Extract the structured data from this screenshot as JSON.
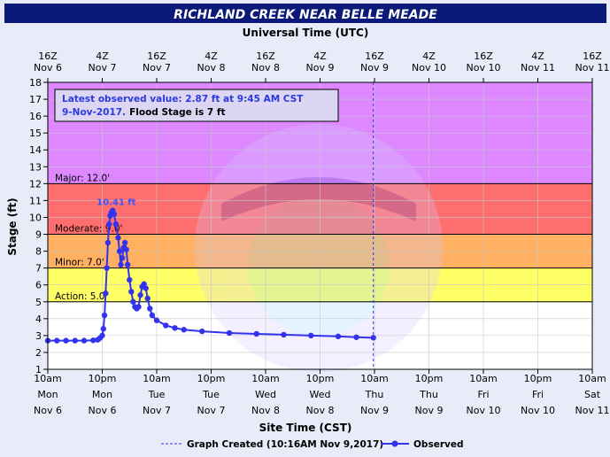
{
  "chart_data": {
    "type": "line",
    "title": "RICHLAND CREEK NEAR BELLE MEADE",
    "top_axis_title": "Universal Time (UTC)",
    "xlabel": "Site Time (CST)",
    "ylabel": "Stage (ft)",
    "ylim": [
      1,
      18
    ],
    "y_ticks": [
      "1",
      "2",
      "3",
      "4",
      "5",
      "6",
      "7",
      "8",
      "9",
      "10",
      "11",
      "12",
      "13",
      "14",
      "15",
      "16",
      "17",
      "18"
    ],
    "x_range_hours": [
      0,
      120
    ],
    "bottom_ticks": [
      {
        "h": 0,
        "lines": [
          "10am",
          "Mon",
          "Nov 6"
        ]
      },
      {
        "h": 12,
        "lines": [
          "10pm",
          "Mon",
          "Nov 6"
        ]
      },
      {
        "h": 24,
        "lines": [
          "10am",
          "Tue",
          "Nov 7"
        ]
      },
      {
        "h": 36,
        "lines": [
          "10pm",
          "Tue",
          "Nov 7"
        ]
      },
      {
        "h": 48,
        "lines": [
          "10am",
          "Wed",
          "Nov 8"
        ]
      },
      {
        "h": 60,
        "lines": [
          "10pm",
          "Wed",
          "Nov 8"
        ]
      },
      {
        "h": 72,
        "lines": [
          "10am",
          "Thu",
          "Nov 9"
        ]
      },
      {
        "h": 84,
        "lines": [
          "10pm",
          "Thu",
          "Nov 9"
        ]
      },
      {
        "h": 96,
        "lines": [
          "10am",
          "Fri",
          "Nov 10"
        ]
      },
      {
        "h": 108,
        "lines": [
          "10pm",
          "Fri",
          "Nov 10"
        ]
      },
      {
        "h": 120,
        "lines": [
          "10am",
          "Sat",
          "Nov 11"
        ]
      }
    ],
    "top_ticks": [
      {
        "h": 0,
        "lines": [
          "16Z",
          "Nov 6"
        ]
      },
      {
        "h": 12,
        "lines": [
          "4Z",
          "Nov 7"
        ]
      },
      {
        "h": 24,
        "lines": [
          "16Z",
          "Nov 7"
        ]
      },
      {
        "h": 36,
        "lines": [
          "4Z",
          "Nov 8"
        ]
      },
      {
        "h": 48,
        "lines": [
          "16Z",
          "Nov 8"
        ]
      },
      {
        "h": 60,
        "lines": [
          "4Z",
          "Nov 9"
        ]
      },
      {
        "h": 72,
        "lines": [
          "16Z",
          "Nov 9"
        ]
      },
      {
        "h": 84,
        "lines": [
          "4Z",
          "Nov 10"
        ]
      },
      {
        "h": 96,
        "lines": [
          "16Z",
          "Nov 10"
        ]
      },
      {
        "h": 108,
        "lines": [
          "4Z",
          "Nov 11"
        ]
      },
      {
        "h": 120,
        "lines": [
          "16Z",
          "Nov 11"
        ]
      }
    ],
    "bands": [
      {
        "name": "major",
        "from": 12,
        "to": 18,
        "color": "#dd88ff"
      },
      {
        "name": "moderate",
        "from": 9,
        "to": 12,
        "color": "#ff6e6e"
      },
      {
        "name": "minor",
        "from": 7,
        "to": 9,
        "color": "#ffb060"
      },
      {
        "name": "action",
        "from": 5,
        "to": 7,
        "color": "#ffff66"
      },
      {
        "name": "normal",
        "from": 1,
        "to": 5,
        "color": "#ffffff"
      }
    ],
    "stages": [
      {
        "label": "Major: 12.0'",
        "value": 12
      },
      {
        "label": "Moderate: 9.0'",
        "value": 9
      },
      {
        "label": "Minor: 7.0'",
        "value": 7
      },
      {
        "label": "Action: 5.0'",
        "value": 5
      }
    ],
    "peak": {
      "label": "10.41 ft",
      "h": 14.3,
      "value": 10.41
    },
    "current_time_h": 71.75,
    "note": {
      "line1": "Latest observed value: 2.87 ft at 9:45 AM CST",
      "line2a": "9-Nov-2017.",
      "line2b": "Flood Stage is 7 ft"
    },
    "legend": {
      "graph_created": "Graph Created (10:16AM Nov 9,2017)",
      "observed": "Observed"
    },
    "series": [
      {
        "name": "Observed",
        "color": "#3333ee",
        "points": [
          [
            0,
            2.7
          ],
          [
            2,
            2.7
          ],
          [
            4,
            2.7
          ],
          [
            6,
            2.7
          ],
          [
            8,
            2.7
          ],
          [
            10,
            2.72
          ],
          [
            11,
            2.75
          ],
          [
            11.5,
            2.85
          ],
          [
            12,
            3.0
          ],
          [
            12.25,
            3.4
          ],
          [
            12.5,
            4.2
          ],
          [
            12.75,
            5.5
          ],
          [
            13,
            7.0
          ],
          [
            13.25,
            8.5
          ],
          [
            13.5,
            9.6
          ],
          [
            13.75,
            10.1
          ],
          [
            14,
            10.3
          ],
          [
            14.3,
            10.41
          ],
          [
            14.6,
            10.2
          ],
          [
            15,
            9.6
          ],
          [
            15.5,
            8.8
          ],
          [
            15.8,
            8.0
          ],
          [
            16.1,
            7.2
          ],
          [
            16.4,
            7.6
          ],
          [
            16.7,
            8.2
          ],
          [
            17,
            8.5
          ],
          [
            17.3,
            8.1
          ],
          [
            17.6,
            7.2
          ],
          [
            18,
            6.3
          ],
          [
            18.4,
            5.6
          ],
          [
            18.8,
            5.0
          ],
          [
            19.2,
            4.7
          ],
          [
            19.6,
            4.6
          ],
          [
            20,
            4.7
          ],
          [
            20.4,
            5.4
          ],
          [
            20.8,
            5.9
          ],
          [
            21.2,
            6.05
          ],
          [
            21.6,
            5.8
          ],
          [
            22,
            5.2
          ],
          [
            22.5,
            4.6
          ],
          [
            23,
            4.2
          ],
          [
            24,
            3.9
          ],
          [
            26,
            3.6
          ],
          [
            28,
            3.45
          ],
          [
            30,
            3.35
          ],
          [
            34,
            3.25
          ],
          [
            40,
            3.15
          ],
          [
            46,
            3.1
          ],
          [
            52,
            3.05
          ],
          [
            58,
            3.0
          ],
          [
            64,
            2.95
          ],
          [
            68,
            2.9
          ],
          [
            71.75,
            2.87
          ]
        ]
      }
    ]
  }
}
